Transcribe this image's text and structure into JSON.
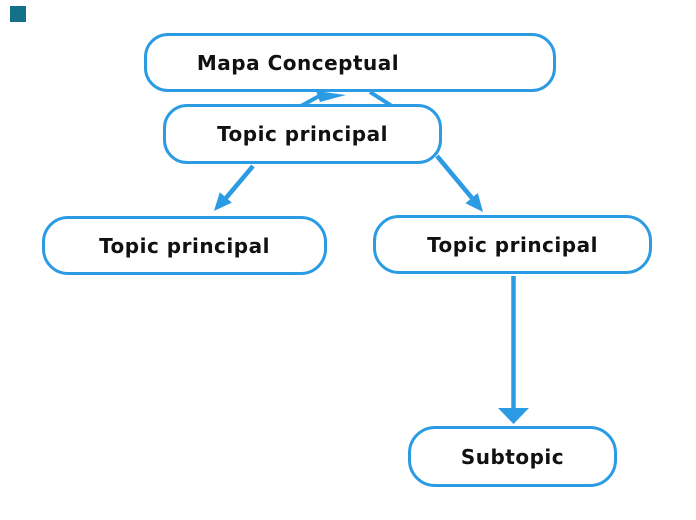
{
  "diagram": {
    "type": "concept-map",
    "nodes": {
      "root": {
        "label": "Mapa Conceptual"
      },
      "main": {
        "label": "Topic principal"
      },
      "left": {
        "label": "Topic principal"
      },
      "right": {
        "label": "Topic principal"
      },
      "sub": {
        "label": "Subtopic"
      }
    },
    "edges": [
      {
        "from": "root",
        "to": "main",
        "style": "short crossing stubs with arrowhead in gap"
      },
      {
        "from": "main",
        "to": "left",
        "style": "diagonal arrow down-left"
      },
      {
        "from": "main",
        "to": "right",
        "style": "diagonal arrow down-right"
      },
      {
        "from": "right",
        "to": "sub",
        "style": "long vertical arrow down"
      }
    ]
  },
  "colors": {
    "accent": "#2b9be3",
    "text": "#111111",
    "node_fill": "#ffffff",
    "corner_square": "#137089"
  }
}
